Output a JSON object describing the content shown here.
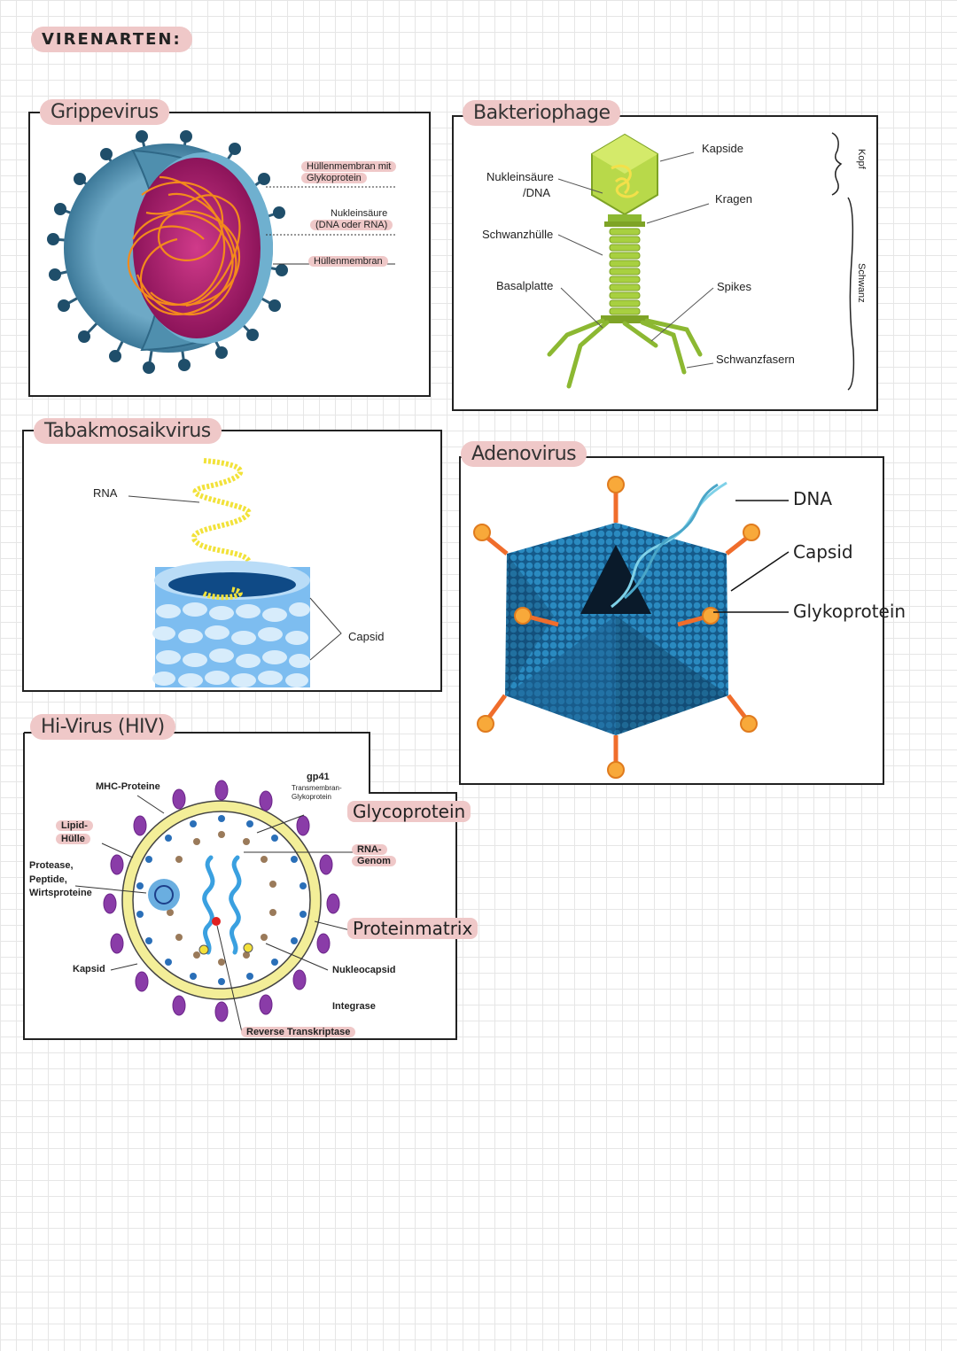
{
  "title": "VIRENARTEN:",
  "grippe": {
    "title": "Grippevirus",
    "labels": [
      "Hüllenmembran mit",
      "Glykoprotein",
      "Nukleinsäure",
      "(DNA oder RNA)",
      "Hüllenmembran"
    ]
  },
  "bakteriophage": {
    "title": "Bakteriophage",
    "labels": [
      "Kapside",
      "Nukleinsäure",
      "/DNA",
      "Kragen",
      "Schwanzhülle",
      "Basalplatte",
      "Spikes",
      "Schwanzfasern"
    ],
    "kopf": "Kopf",
    "schwanz": "Schwanz"
  },
  "tabak": {
    "title": "Tabakmosaikvirus",
    "rna": "RNA",
    "capsid": "Capsid"
  },
  "adeno": {
    "title": "Adenovirus",
    "labels": [
      "DNA",
      "Capsid",
      "Glykoprotein"
    ]
  },
  "hiv": {
    "title": "Hi-Virus (HIV)",
    "mhc": "MHC-Proteine",
    "gp41": "gp41",
    "gp41_sub1": "Transmembran-",
    "gp41_sub2": "Glykoprotein",
    "glyco": "Glycoprotein",
    "lipid1": "Lipid-",
    "lipid2": "Hülle",
    "rna1": "RNA-",
    "rna2": "Genom",
    "protease1": "Protease,",
    "protease2": "Peptide,",
    "protease3": "Wirtsproteine",
    "proteinmatrix": "Proteinmatrix",
    "kapsid": "Kapsid",
    "nukleocapsid": "Nukleocapsid",
    "integrase": "Integrase",
    "rt": "Reverse Transkriptase"
  },
  "colors": {
    "pill": "#efc8c8",
    "grippe_outer": "#4f8fae",
    "grippe_inner": "#b0206e",
    "rna_orange": "#f38a1c",
    "phage_green": "#9bc83a",
    "tmv_blue": "#4aa0e6",
    "adeno_blue": "#1d6fa3",
    "spike_orange": "#f08a3a",
    "hiv_yellow": "#f3ee98",
    "hiv_purple": "#8a3ca8"
  }
}
